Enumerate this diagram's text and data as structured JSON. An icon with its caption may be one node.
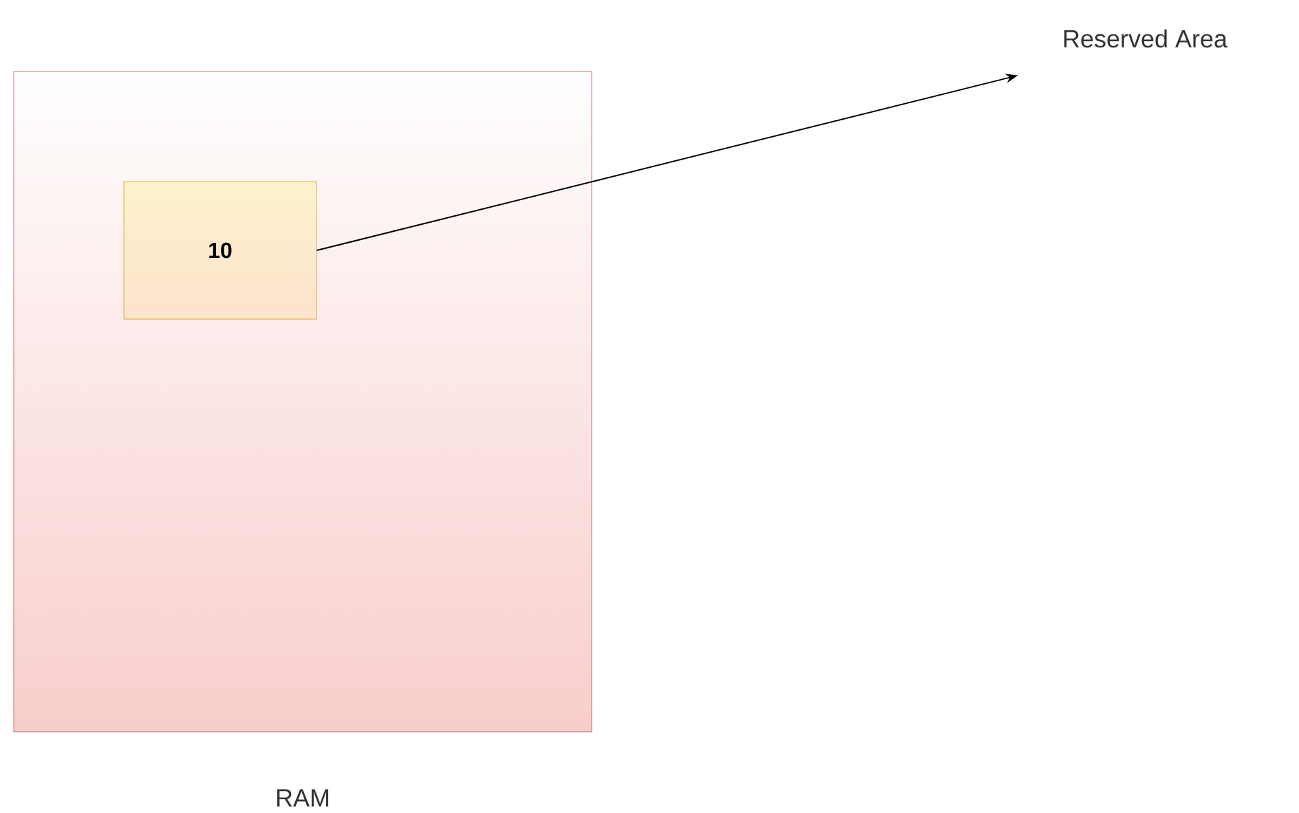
{
  "diagram": {
    "nodes": [
      {
        "text": [
          "RAM"
        ]
      },
      {
        "text": [
          "10"
        ],
        "in": 0
      },
      {
        "text": [
          "Reserved  Area"
        ]
      }
    ],
    "edges": [
      {
        "from": 1,
        "to": 2,
        "arrow": "to"
      }
    ]
  }
}
